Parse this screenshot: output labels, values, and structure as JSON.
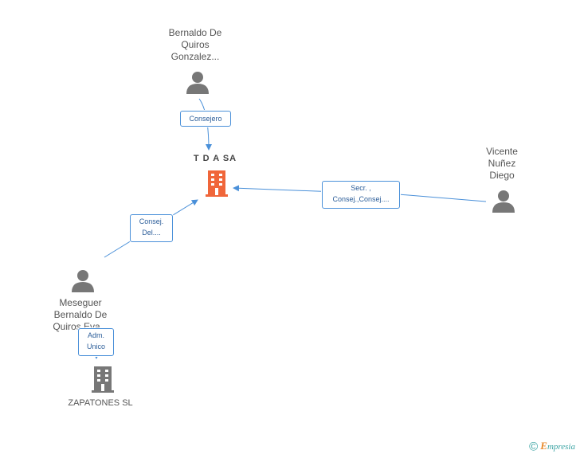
{
  "center": {
    "name": "T D A SA"
  },
  "people": [
    {
      "id": "bernaldo",
      "label": "Bernaldo De\nQuiros\nGonzalez..."
    },
    {
      "id": "vicente",
      "label": "Vicente\nNuñez\nDiego"
    },
    {
      "id": "meseguer",
      "label": "Meseguer\nBernaldo De\nQuiros Eva..."
    }
  ],
  "companies": [
    {
      "id": "zapatones",
      "label": "ZAPATONES SL"
    }
  ],
  "relations": [
    {
      "id": "consejero",
      "label": "Consejero"
    },
    {
      "id": "secr",
      "label": "Secr. ,\nConsej.,Consej...."
    },
    {
      "id": "consejdel",
      "label": "Consej.\nDel...."
    },
    {
      "id": "admunico",
      "label": "Adm.\nUnico"
    }
  ],
  "colors": {
    "edge": "#4a90d9",
    "center_icon": "#f0663a",
    "person_icon": "#777777",
    "company_icon": "#777777"
  },
  "footer": {
    "copyright": "©",
    "brand_initial": "E",
    "brand_rest": "mpresia"
  }
}
